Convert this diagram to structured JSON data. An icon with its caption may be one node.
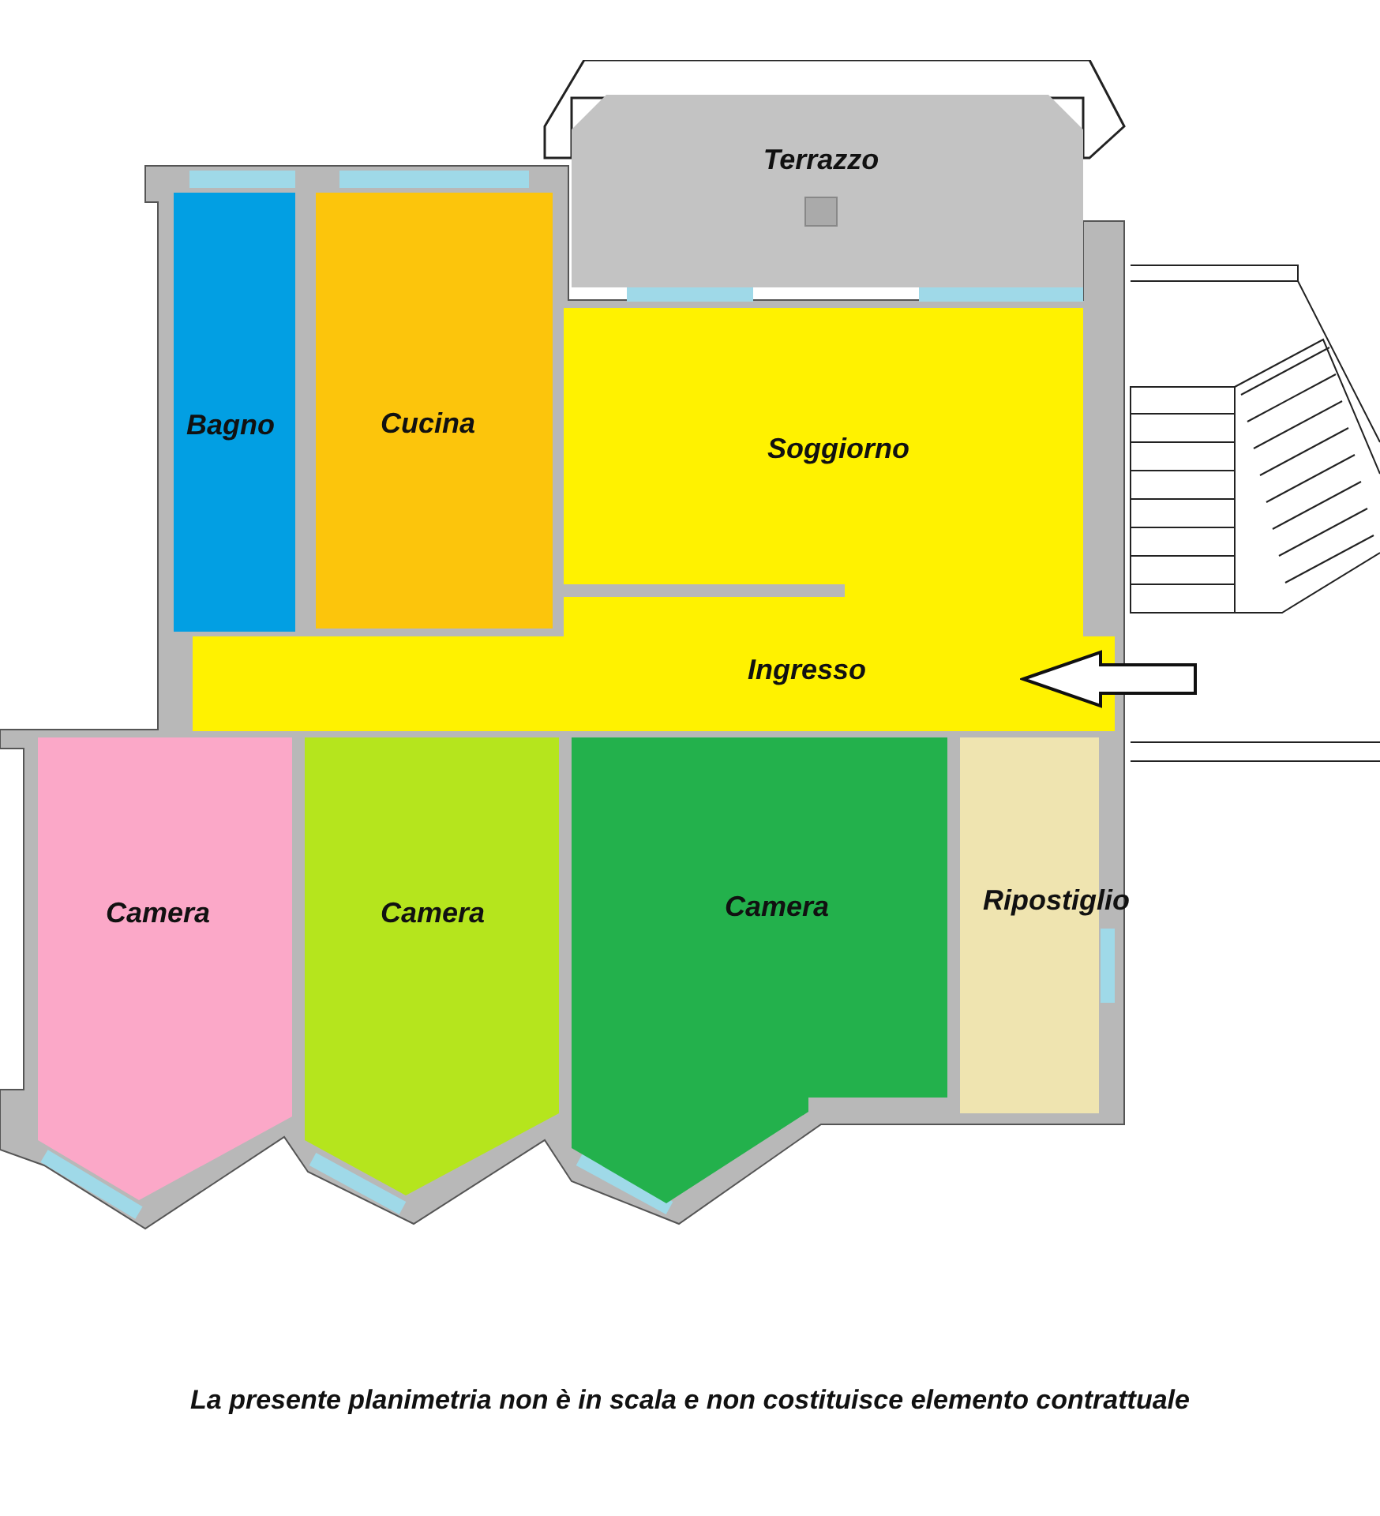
{
  "diagram": {
    "nodes": [
      {
        "text": [
          "Terrazzo"
        ]
      },
      {
        "text": [
          "Bagno"
        ]
      },
      {
        "text": [
          "Cucina"
        ]
      },
      {
        "text": [
          "Soggiorno"
        ]
      },
      {
        "text": [
          "Ingresso"
        ]
      },
      {
        "text": [
          "Camera"
        ]
      },
      {
        "text": [
          "Camera"
        ]
      },
      {
        "text": [
          "Camera"
        ]
      },
      {
        "text": [
          "Ripostiglio"
        ]
      }
    ],
    "edges": [],
    "caption": "La presente planimetria non è in scala e non costituisce elemento contrattuale"
  }
}
